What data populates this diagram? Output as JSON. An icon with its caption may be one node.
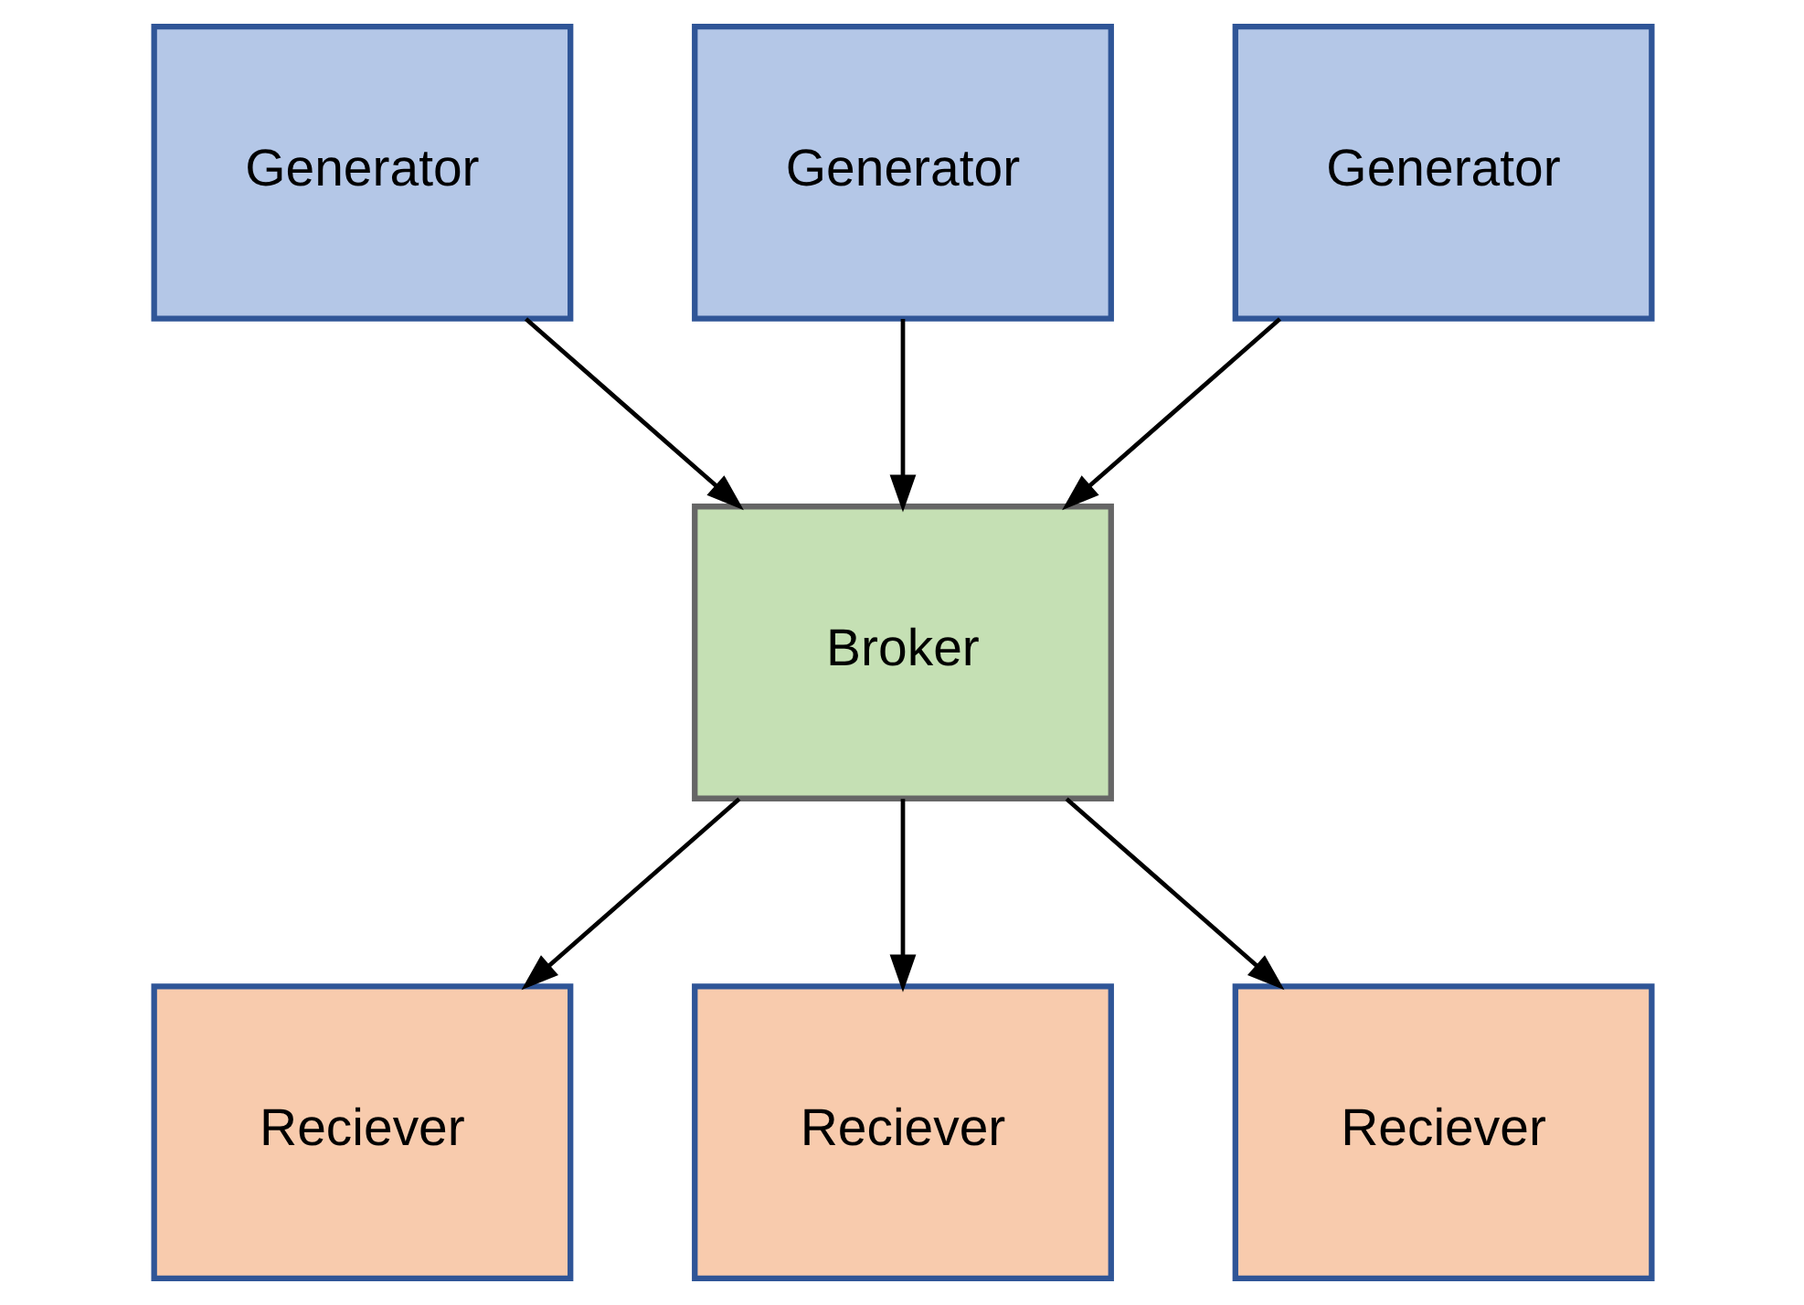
{
  "diagram": {
    "nodes": [
      {
        "text": [
          "Generator"
        ]
      },
      {
        "text": [
          "Generator"
        ]
      },
      {
        "text": [
          "Generator"
        ]
      },
      {
        "text": [
          "Broker"
        ]
      },
      {
        "text": [
          "Reciever"
        ]
      },
      {
        "text": [
          "Reciever"
        ]
      },
      {
        "text": [
          "Reciever"
        ]
      }
    ],
    "edges": [
      {
        "from": 0,
        "to": 3,
        "arrow": "to"
      },
      {
        "from": 1,
        "to": 3,
        "arrow": "to"
      },
      {
        "from": 2,
        "to": 3,
        "arrow": "to"
      },
      {
        "from": 3,
        "to": 4,
        "arrow": "to"
      },
      {
        "from": 3,
        "to": 5,
        "arrow": "to"
      },
      {
        "from": 3,
        "to": 6,
        "arrow": "to"
      }
    ]
  }
}
